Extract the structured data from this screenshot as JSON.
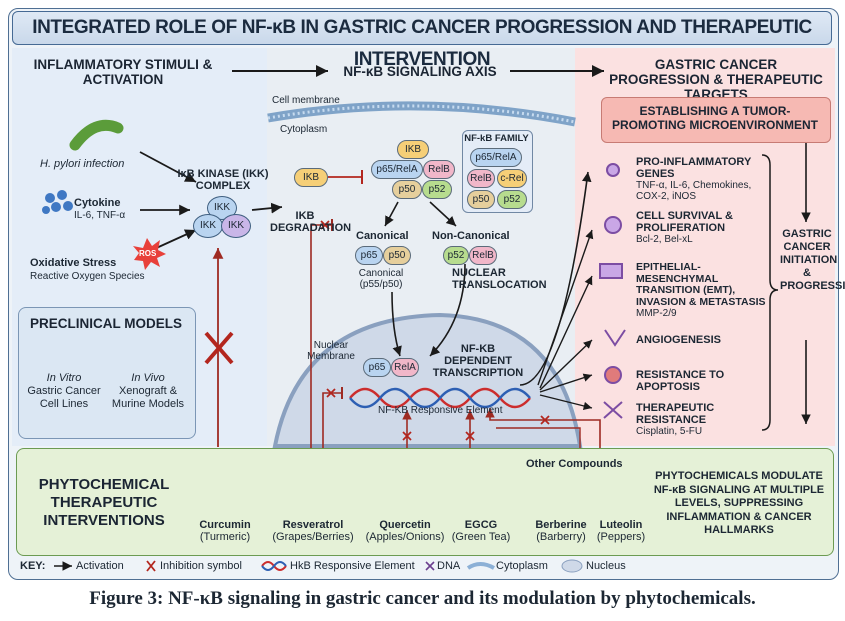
{
  "title": "INTEGRATED ROLE OF NF-κB IN GASTRIC CANCER PROGRESSION AND THERAPEUTIC INTERVENTION",
  "sections": {
    "left": "INFLAMMATORY STIMULI & ACTIVATION",
    "middle": "NF-κB SIGNALING AXIS",
    "right": "GASTRIC CANCER PROGRESSION & THERAPEUTIC TARGETS"
  },
  "stimuli": [
    {
      "name": "H. pylori infection",
      "sub": ""
    },
    {
      "name": "Cytokine",
      "sub": "IL-6, TNF-α"
    },
    {
      "name": "Oxidative Stress",
      "sub": "Reactive Oxygen Species",
      "badge": "ROS"
    }
  ],
  "ikk_complex": {
    "label": "IκB KINASE (IKK) COMPLEX",
    "units": [
      "IKK",
      "IKK",
      "IKK"
    ]
  },
  "ikb": {
    "label": "IKB",
    "degradation": "IKB DEGRADATION"
  },
  "membrane": {
    "cell": "Cell membrane",
    "cytoplasm": "Cytoplasm",
    "nuclear": "Nuclear Membrane"
  },
  "complex": {
    "top": "IKB",
    "members": [
      "p65/RelA",
      "RelB",
      "p50",
      "p52"
    ]
  },
  "family": {
    "title": "NF-kB FAMILY",
    "members": [
      "p65/RelA",
      "RelB",
      "c-Rel",
      "p50",
      "p52"
    ]
  },
  "canonical": {
    "label": "Canonical",
    "members": [
      "p65",
      "p50"
    ],
    "sub": "Canonical (p55/p50)"
  },
  "noncanonical": {
    "label": "Non-Canonical",
    "members": [
      "p52",
      "RelB"
    ]
  },
  "translocation": "NUCLEAR TRANSLOCATION",
  "nucleus_complex": [
    "p65",
    "RelA"
  ],
  "transcription": "NF-KB DEPENDENT TRANSCRIPTION",
  "responsive_element": "NF-KB Responsive Element",
  "preclinical": {
    "title": "PRECLINICAL MODELS",
    "invitro": [
      "In Vitro",
      "Gastric Cancer",
      "Cell Lines"
    ],
    "invivo": [
      "In Vivo",
      "Xenograft &",
      "Murine Models"
    ]
  },
  "microenvironment": "ESTABLISHING A TUMOR-PROMOTING MICROENVIRONMENT",
  "outcomes": [
    {
      "title": "PRO-INFLAMMATORY GENES",
      "sub": "TNF-α, IL-6, Chemokines, COX-2, iNOS"
    },
    {
      "title": "CELL SURVIVAL & PROLIFERATION",
      "sub": "Bcl-2, Bel-xL"
    },
    {
      "title": "EPITHELIAL-MESENCHYMAL TRANSITION (EMT), INVASION & METASTASIS",
      "sub": "MMP-2/9"
    },
    {
      "title": "ANGIOGENESIS",
      "sub": ""
    },
    {
      "title": "RESISTANCE TO APOPTOSIS",
      "sub": ""
    },
    {
      "title": "THERAPEUTIC RESISTANCE",
      "sub": "Cisplatin, 5-FU"
    }
  ],
  "gastric_label": "GASTRIC CANCER INITIATION & PROGRESSION",
  "phyto": {
    "title": "PHYTOCHEMICAL THERAPEUTIC INTERVENTIONS",
    "other": "Other Compounds",
    "compounds": [
      {
        "name": "Curcumin",
        "source": "(Turmeric)"
      },
      {
        "name": "Resveratrol",
        "source": "(Grapes/Berries)"
      },
      {
        "name": "Quercetin",
        "source": "(Apples/Onions)"
      },
      {
        "name": "EGCG",
        "source": "(Green Tea)"
      },
      {
        "name": "Berberine",
        "source": "(Barberry)"
      },
      {
        "name": "Luteolin",
        "source": "(Peppers)"
      }
    ],
    "summary": "PHYTOCHEMICALS MODULATE NF-κB SIGNALING AT MULTIPLE LEVELS, SUPPRESSING INFLAMMATION & CANCER HALLMARKS"
  },
  "key": {
    "label": "KEY:",
    "items": [
      "Activation",
      "Inhibition symbol",
      "HkB Responsive Element",
      "DNA",
      "Cytoplasm",
      "Nucleus"
    ]
  },
  "caption": "Figure 3: NF-κB signaling in gastric cancer and its modulation by phytochemicals.",
  "colors": {
    "frame": "#4f6f93",
    "activation": "#1a1a1a",
    "inhibition": "#b3261e",
    "phyto_border": "#6c9b52",
    "right_bg": "#fbe1e1"
  }
}
